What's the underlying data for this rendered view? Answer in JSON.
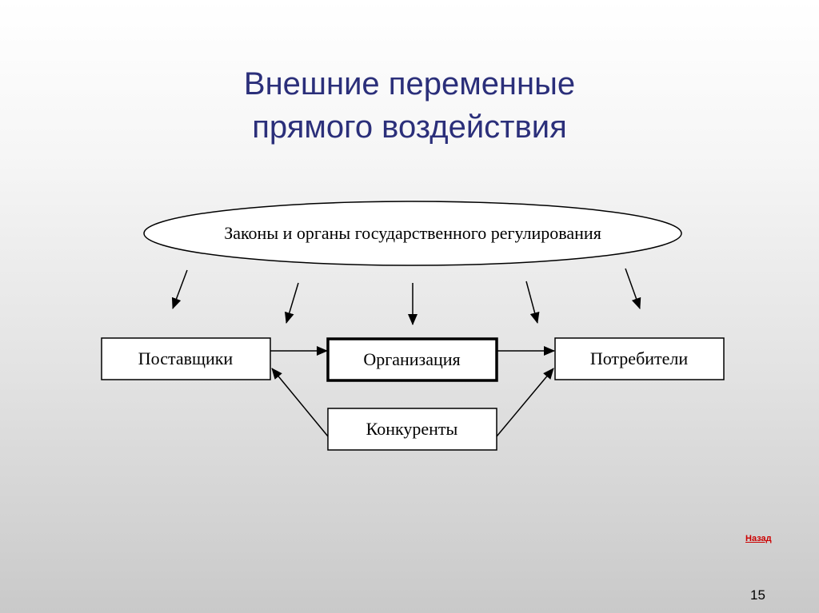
{
  "title": {
    "line1": "Внешние переменные",
    "line2": "прямого воздействия"
  },
  "diagram": {
    "top_node": "Законы и органы государственного регулирования",
    "nodes": {
      "suppliers": "Поставщики",
      "organization": "Организация",
      "consumers": "Потребители",
      "competitors": "Конкуренты"
    }
  },
  "colors": {
    "title": "#2b2f7a",
    "link": "#cc0000"
  },
  "back_link": "Назад",
  "page_number": "15"
}
